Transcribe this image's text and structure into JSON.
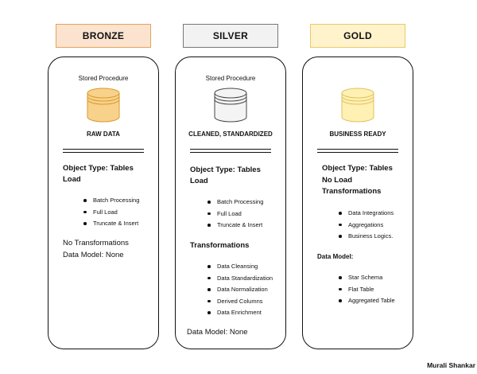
{
  "colors": {
    "bronze_fill": "#fbe3cf",
    "bronze_border": "#e3a35b",
    "silver_fill": "#f2f2f2",
    "silver_border": "#777777",
    "gold_fill": "#fff3cc",
    "gold_border": "#e8c96a",
    "bronze_db": "#f8d28a",
    "silver_db": "#f4f4f4",
    "gold_db": "#fff0b3"
  },
  "icons": [
    "database-icon"
  ],
  "bronze": {
    "header": "BRONZE",
    "stored_procedure": "Stored Procedure",
    "caption": "RAW DATA",
    "object_type": "Object Type: Tables",
    "load_label": "Load",
    "bullets": [
      "Batch Processing",
      "Full Load",
      "Truncate & Insert"
    ],
    "no_transformations": "No Transformations",
    "data_model": "Data Model: None"
  },
  "silver": {
    "header": "SILVER",
    "stored_procedure": "Stored Procedure",
    "caption": "CLEANED, STANDARDIZED",
    "object_type": "Object Type: Tables",
    "load_label": "Load",
    "bullets": [
      "Batch Processing",
      "Full Load",
      "Truncate & Insert"
    ],
    "transformations_title": "Transformations",
    "transformations": [
      "Data Cleansing",
      "Data Standardization",
      "Data Normalization",
      "Derived Columns",
      "Data Enrichment"
    ],
    "data_model": "Data Model: None"
  },
  "gold": {
    "header": "GOLD",
    "caption": "BUSINESS READY",
    "object_type": "Object Type: Tables",
    "no_load": "No Load",
    "transformations_title": "Transformations",
    "transformations": [
      "Data Integrations",
      "Aggregations",
      "Business Logics."
    ],
    "data_model_title": "Data Model:",
    "models": [
      "Star Schema",
      "Flat Table",
      "Aggregated Table"
    ]
  },
  "footer": {
    "author": "Murali Shankar"
  }
}
